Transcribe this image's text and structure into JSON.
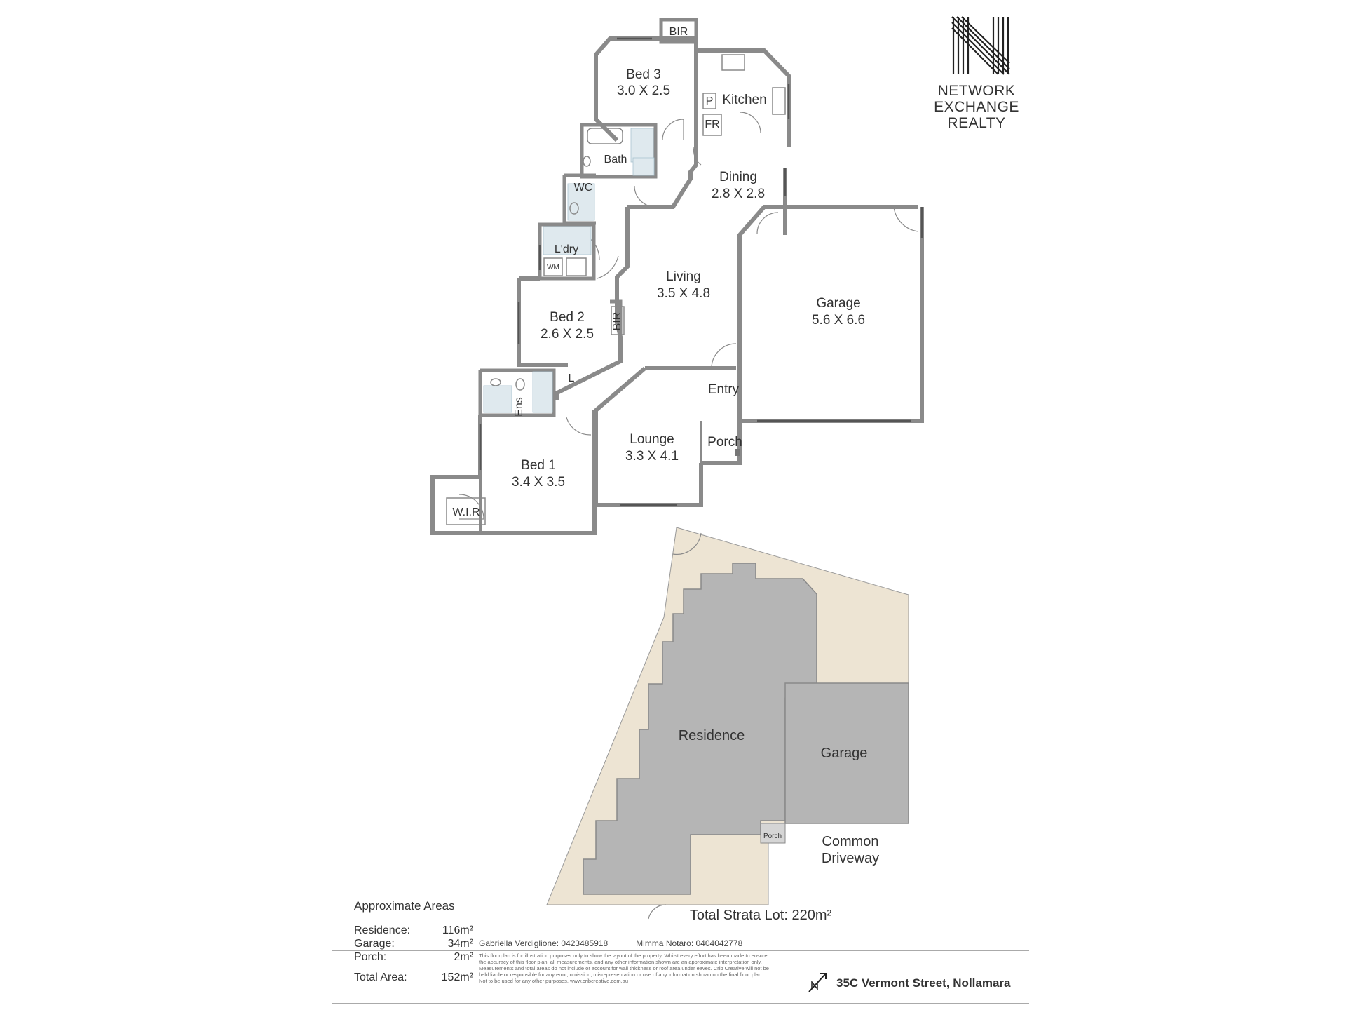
{
  "rooms": {
    "bed3": {
      "name": "Bed 3",
      "dims": "3.0 X 2.5"
    },
    "kitchen": {
      "name": "Kitchen"
    },
    "bath": {
      "name": "Bath"
    },
    "wc": {
      "name": "WC"
    },
    "laundry": {
      "name": "L'dry"
    },
    "dining": {
      "name": "Dining",
      "dims": "2.8 X 2.8"
    },
    "living": {
      "name": "Living",
      "dims": "3.5 X 4.8"
    },
    "garage": {
      "name": "Garage",
      "dims": "5.6 X 6.6"
    },
    "bed2": {
      "name": "Bed 2",
      "dims": "2.6 X 2.5"
    },
    "entry": {
      "name": "Entry"
    },
    "porch": {
      "name": "Porch"
    },
    "lounge": {
      "name": "Lounge",
      "dims": "3.3 X 4.1"
    },
    "bed1": {
      "name": "Bed 1",
      "dims": "3.4 X 3.5"
    },
    "ensuite": {
      "name": "Ens"
    },
    "wir": {
      "name": "W.I.R"
    }
  },
  "fixtures": {
    "bir_top": "BIR",
    "bir_bed2": "BIR",
    "pantry": "P",
    "fridge": "FR",
    "washing_machine": "WM",
    "linen": "L"
  },
  "site": {
    "residence": "Residence",
    "garage": "Garage",
    "porch": "Porch",
    "common_driveway_line1": "Common",
    "common_driveway_line2": "Driveway",
    "total_strata": "Total Strata Lot: 220m²"
  },
  "logo": {
    "line1": "NETWORK",
    "line2": "EXCHANGE",
    "line3": "REALTY"
  },
  "areas": {
    "title": "Approximate Areas",
    "rows": [
      {
        "label": "Residence:",
        "value": "116m²"
      },
      {
        "label": "Garage:",
        "value": "34m²"
      },
      {
        "label": "Porch:",
        "value": "2m²"
      }
    ],
    "total_label": "Total Area:",
    "total_value": "152m²"
  },
  "agents": {
    "agent1": "Gabriella Verdiglione: 0423485918",
    "agent2": "Mimma Notaro: 0404042778"
  },
  "disclaimer": "This floorplan is for illustration purposes only to show the layout of the property. Whilst every effort has been made to ensure the accuracy of this floor plan, all measurements, and any other information shown are an approximate interpretation only. Measurements and total areas do not include or account for wall thickness or roof area under eaves. Crib Creative will not be held liable or responsible for any error, omission, misrepresentation or use of any information shown on the final floor plan. Not to be used for any other purposes. www.cribcreative.com.au",
  "address": "35C Vermont Street, Nollamara",
  "colors": {
    "wall": "#8a8a8a",
    "site_land": "#ede4d3",
    "site_building": "#b5b5b5",
    "tile": "#dfe9ee"
  }
}
